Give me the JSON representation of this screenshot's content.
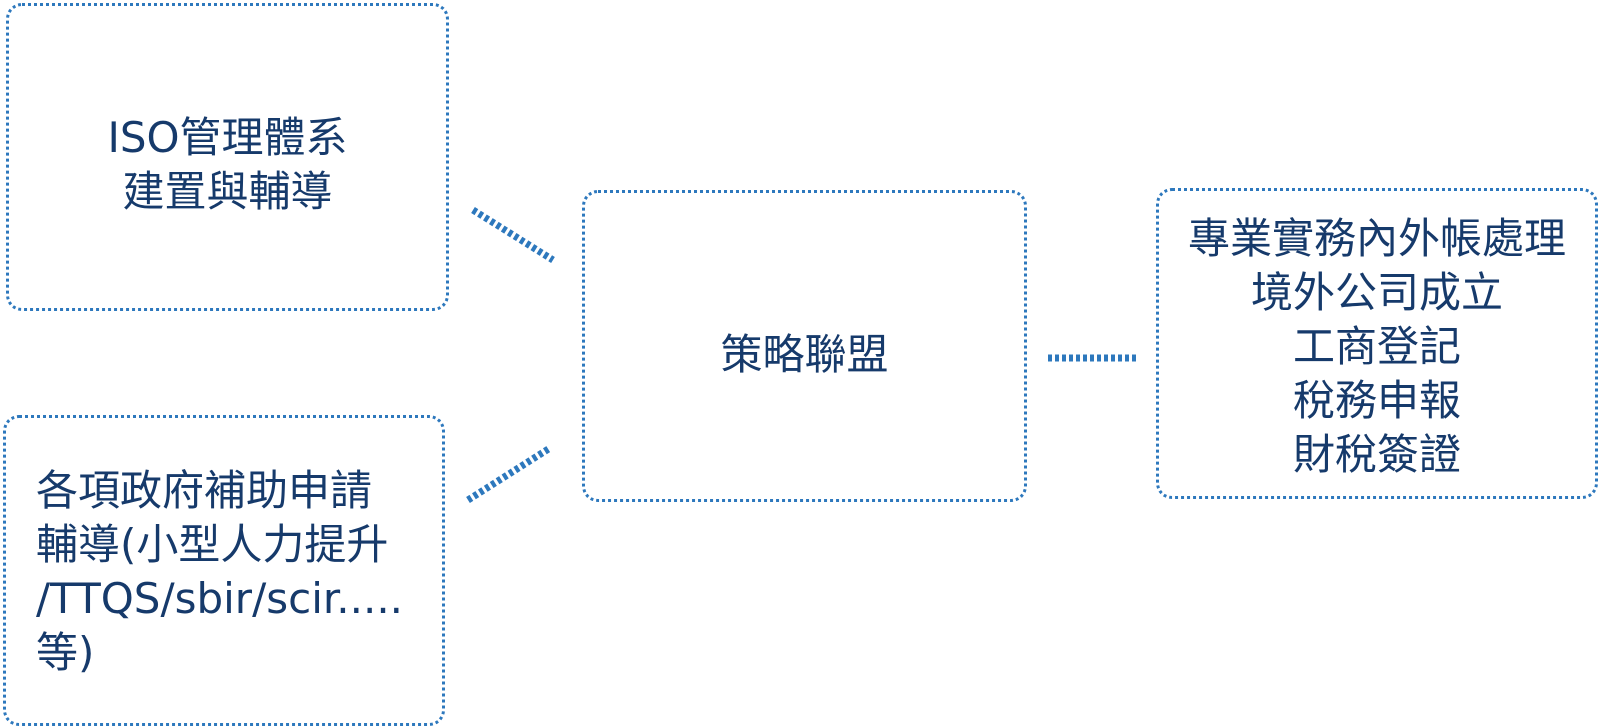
{
  "colors": {
    "border": "#2d78bd",
    "text": "#163a6b",
    "connector": "#2d78bd"
  },
  "nodes": {
    "iso": {
      "lines": [
        "ISO管理體系",
        "建置與輔導"
      ]
    },
    "subsidy": {
      "lines": [
        "各項政府補助申請",
        "輔導(小型人力提升",
        "/TTQS/sbir/scir.....",
        "等)"
      ]
    },
    "alliance": {
      "lines": [
        "策略聯盟"
      ]
    },
    "services": {
      "lines": [
        "專業實務內外帳處理",
        "境外公司成立",
        "工商登記",
        "稅務申報",
        "財稅簽證"
      ]
    }
  }
}
